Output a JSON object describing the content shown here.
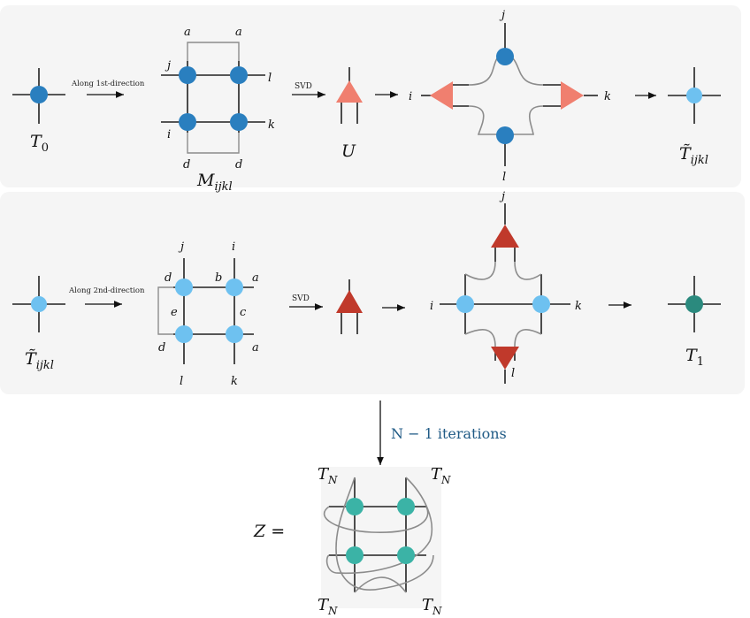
{
  "colors": {
    "t0_node": "#2a7fbf",
    "tilde_node": "#6ec1f0",
    "t1_node": "#2b8a7e",
    "tn_node": "#3bb3a6",
    "u_triangle": "#f07f6f",
    "u2_triangle": "#c0392b",
    "iterations_text": "#1f5a85"
  },
  "row1": {
    "t0_label": "T",
    "t0_sub": "0",
    "arrow1_text": "Along 1st-direction",
    "m_labels": {
      "a_left": "a",
      "a_right": "a",
      "j": "j",
      "l": "l",
      "i": "i",
      "k": "k",
      "d_left": "d",
      "d_right": "d"
    },
    "m_label": "M",
    "m_sub": "ijkl",
    "svd_text": "SVD",
    "u_label": "U",
    "cross_labels": {
      "j": "j",
      "i": "i",
      "k": "k",
      "l": "l"
    },
    "t_tilde_label": "T̃",
    "t_tilde_sub": "ijkl"
  },
  "row2": {
    "t_tilde_label": "T̃",
    "t_tilde_sub": "ijkl",
    "arrow1_text": "Along 2nd-direction",
    "m_labels": {
      "j": "j",
      "i": "i",
      "d_top": "d",
      "b": "b",
      "a_top": "a",
      "e": "e",
      "c": "c",
      "d_bottom": "d",
      "a_bottom": "a",
      "l": "l",
      "k": "k"
    },
    "svd_text": "SVD",
    "cross_labels": {
      "j": "j",
      "i": "i",
      "k": "k",
      "l": "l"
    },
    "t1_label": "T",
    "t1_sub": "1"
  },
  "iterations": {
    "text": "N − 1 iterations"
  },
  "bottom": {
    "z_label": "Z =",
    "tn_label": "T",
    "tn_sub": "N"
  }
}
